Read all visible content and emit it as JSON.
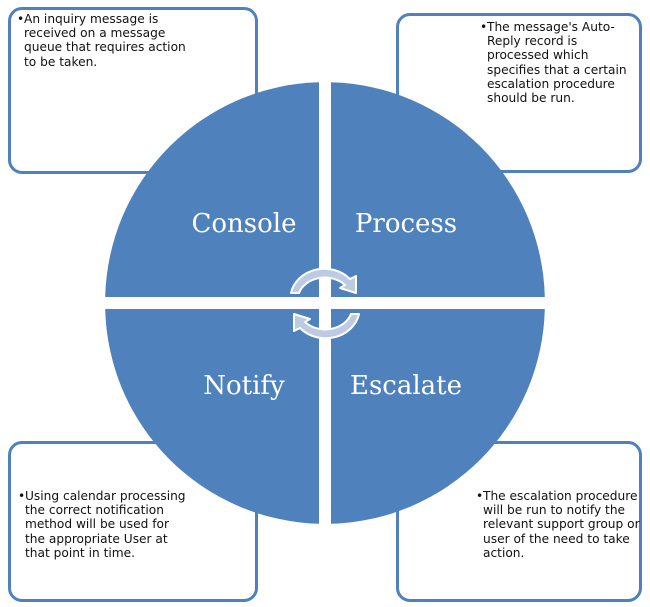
{
  "diagram": {
    "quadrants": [
      {
        "id": "console",
        "label": "Console"
      },
      {
        "id": "process",
        "label": "Process"
      },
      {
        "id": "notify",
        "label": "Notify"
      },
      {
        "id": "escalate",
        "label": "Escalate"
      }
    ],
    "cycle_icon": "circular-arrows-icon",
    "bullet": "•",
    "boxes": {
      "console": "An inquiry message is received on a message queue that requires action to be taken.",
      "process": "The message's Auto-Reply record is processed which specifies that a certain escalation procedure should be run.",
      "notify": "Using calendar processing the correct notification method will be used for the appropriate User at that point in time.",
      "escalate": "The escalation procedure will be run to notify the relevant support group or user of the need to take action."
    },
    "colors": {
      "wheel": "#4f81bd",
      "box_border": "#4f81bd",
      "arrow_fill": "#bccbe2"
    }
  }
}
